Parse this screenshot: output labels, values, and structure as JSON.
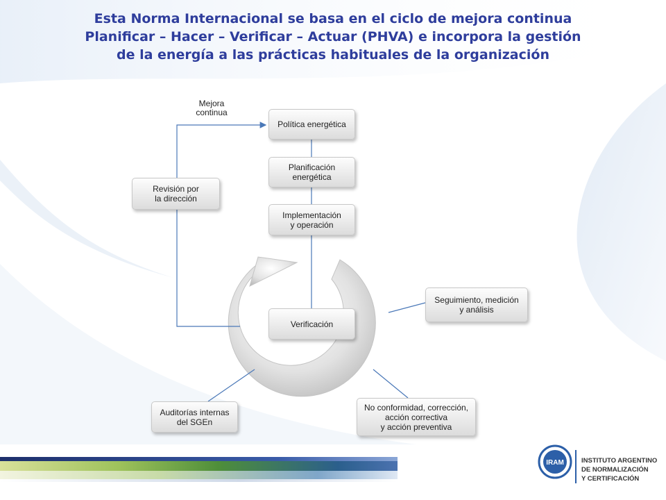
{
  "title": {
    "line1": "Esta Norma Internacional se basa en el ciclo de mejora continua",
    "line2": "Planificar – Hacer – Verificar – Actuar (PHVA) e incorpora la gestión",
    "line3": "de la energía a las prácticas habituales de la organización"
  },
  "diagram": {
    "mejora_continua": "Mejora\ncontinua",
    "politica": "Política energética",
    "planificacion": "Planificación\nenergética",
    "implementacion": "Implementación\ny operación",
    "verificacion": "Verificación",
    "revision": "Revisión por\nla dirección",
    "seguimiento": "Seguimiento, medición\ny análisis",
    "auditorias": "Auditorías internas\ndel SGEn",
    "no_conformidad": "No conformidad, corrección,\nacción correctiva\ny acción preventiva"
  },
  "logo": {
    "mark": "IRAM",
    "line1": "INSTITUTO ARGENTINO",
    "line2": "DE NORMALIZACIÓN",
    "line3": "Y CERTIFICACIÓN"
  },
  "colors": {
    "title": "#2e3d9c",
    "connector": "#4a78b8",
    "logo_blue": "#2c5fa8"
  }
}
